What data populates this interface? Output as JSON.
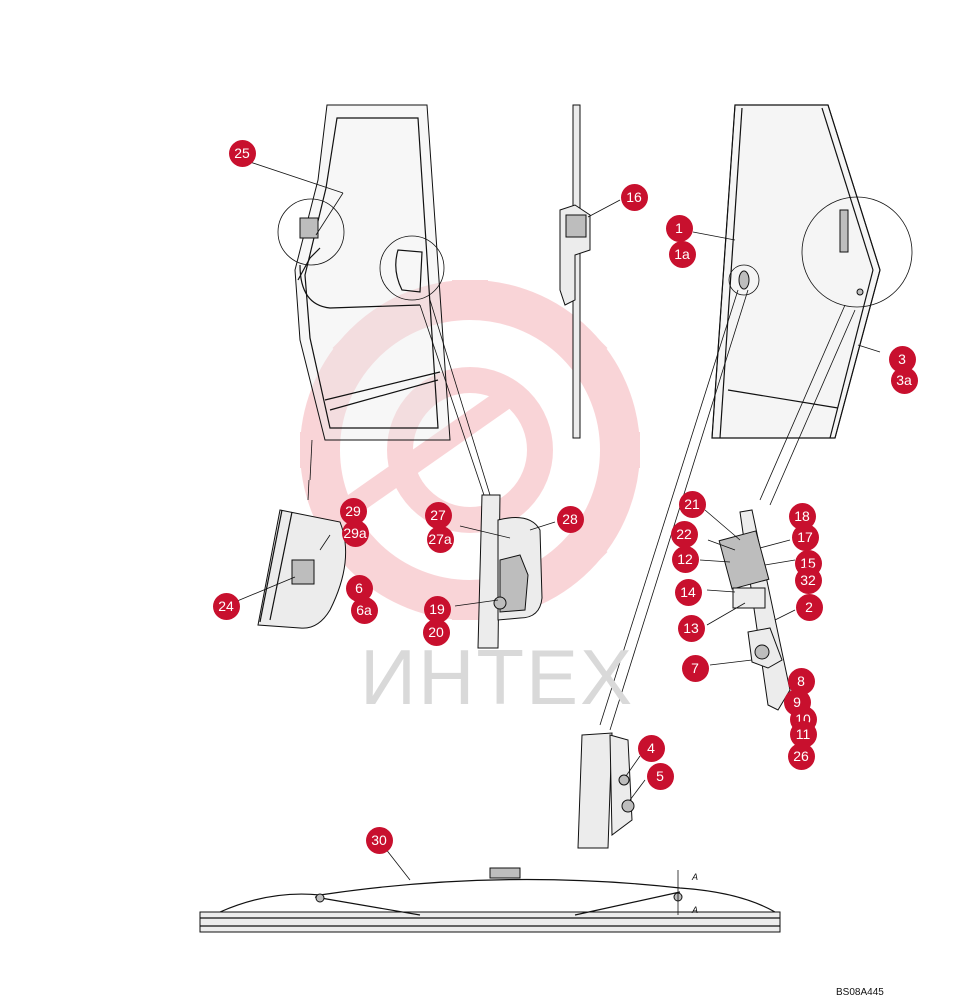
{
  "diagram": {
    "drawing_code": "BS08A445",
    "watermark_text": "ИНТЕХ",
    "watermark_color": "#e8424f",
    "callout_color": "#c8102e",
    "callouts": [
      {
        "id": "25",
        "label": "25"
      },
      {
        "id": "16",
        "label": "16"
      },
      {
        "id": "1",
        "label": "1"
      },
      {
        "id": "1a",
        "label": "1a"
      },
      {
        "id": "3",
        "label": "3"
      },
      {
        "id": "3a",
        "label": "3a"
      },
      {
        "id": "29",
        "label": "29"
      },
      {
        "id": "29a",
        "label": "29a"
      },
      {
        "id": "6",
        "label": "6"
      },
      {
        "id": "6a",
        "label": "6a"
      },
      {
        "id": "24",
        "label": "24"
      },
      {
        "id": "27",
        "label": "27"
      },
      {
        "id": "27a",
        "label": "27a"
      },
      {
        "id": "28",
        "label": "28"
      },
      {
        "id": "19",
        "label": "19"
      },
      {
        "id": "20",
        "label": "20"
      },
      {
        "id": "21",
        "label": "21"
      },
      {
        "id": "22",
        "label": "22"
      },
      {
        "id": "12",
        "label": "12"
      },
      {
        "id": "14",
        "label": "14"
      },
      {
        "id": "13",
        "label": "13"
      },
      {
        "id": "18",
        "label": "18"
      },
      {
        "id": "17",
        "label": "17"
      },
      {
        "id": "15",
        "label": "15"
      },
      {
        "id": "32",
        "label": "32"
      },
      {
        "id": "2",
        "label": "2"
      },
      {
        "id": "7",
        "label": "7"
      },
      {
        "id": "8",
        "label": "8"
      },
      {
        "id": "9",
        "label": "9"
      },
      {
        "id": "10",
        "label": "10"
      },
      {
        "id": "11",
        "label": "11"
      },
      {
        "id": "26",
        "label": "26"
      },
      {
        "id": "4",
        "label": "4"
      },
      {
        "id": "5",
        "label": "5"
      },
      {
        "id": "30",
        "label": "30"
      }
    ],
    "section_marks": [
      "A",
      "A"
    ]
  }
}
